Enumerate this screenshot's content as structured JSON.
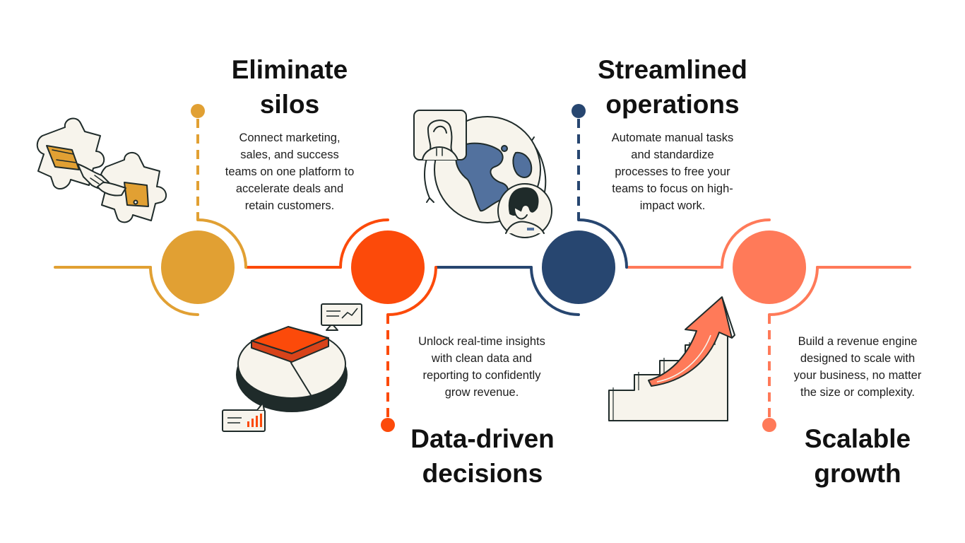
{
  "colors": {
    "gold": "#E1A033",
    "orange_red": "#FC4A0A",
    "navy": "#274670",
    "salmon": "#FF7A59",
    "ink": "#1F2B2A",
    "cream": "#F7F4EC"
  },
  "steps": [
    {
      "title_lines": [
        "Eliminate",
        "silos"
      ],
      "desc_lines": [
        "Connect marketing,",
        "sales, and success",
        "teams on one platform to",
        "accelerate deals and",
        "retain customers."
      ],
      "illustration": "handshake-puzzle-icon"
    },
    {
      "title_lines": [
        "Data-driven",
        "decisions"
      ],
      "desc_lines": [
        "Unlock real-time insights",
        "with clean data and",
        "reporting to confidently",
        "grow revenue."
      ],
      "illustration": "pie-chart-report-icon"
    },
    {
      "title_lines": [
        "Streamlined",
        "operations"
      ],
      "desc_lines": [
        "Automate manual tasks",
        "and standardize",
        "processes to free your",
        "teams to focus on high-",
        "impact work."
      ],
      "illustration": "globe-people-icon"
    },
    {
      "title_lines": [
        "Scalable",
        "growth"
      ],
      "desc_lines": [
        "Build a revenue engine",
        "designed to scale with",
        "your business, no matter",
        "the size or complexity."
      ],
      "illustration": "stairs-arrow-icon"
    }
  ]
}
